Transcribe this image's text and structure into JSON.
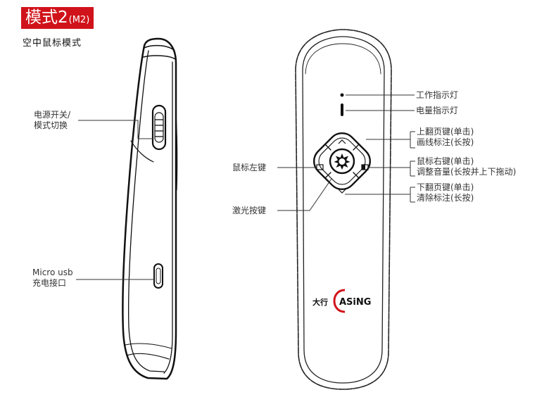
{
  "title": {
    "main": "模式2",
    "mode_code": "(M2)",
    "badge_color": "#d0131a"
  },
  "subtitle": "空中鼠标模式",
  "side_view": {
    "power_switch_label": [
      "电源开关/",
      "模式切换"
    ],
    "usb_label": [
      "Micro usb",
      "充电接口"
    ]
  },
  "front_view": {
    "indicators": {
      "work_light": "工作指示灯",
      "battery_light": "电量指示灯"
    },
    "up_key": [
      "上翻页键(单击)",
      "画线标注(长按)"
    ],
    "right_key": [
      "鼠标右键(单击)",
      "调整音量(长按并上下拖动)"
    ],
    "down_key": [
      "下翻页键(单击)",
      "清除标注(长按)"
    ],
    "left_key": "鼠标左键",
    "laser_key": "激光按键",
    "brand_cn": "大行",
    "brand_en": "ASiNG",
    "brand_color": "#d0131a"
  }
}
